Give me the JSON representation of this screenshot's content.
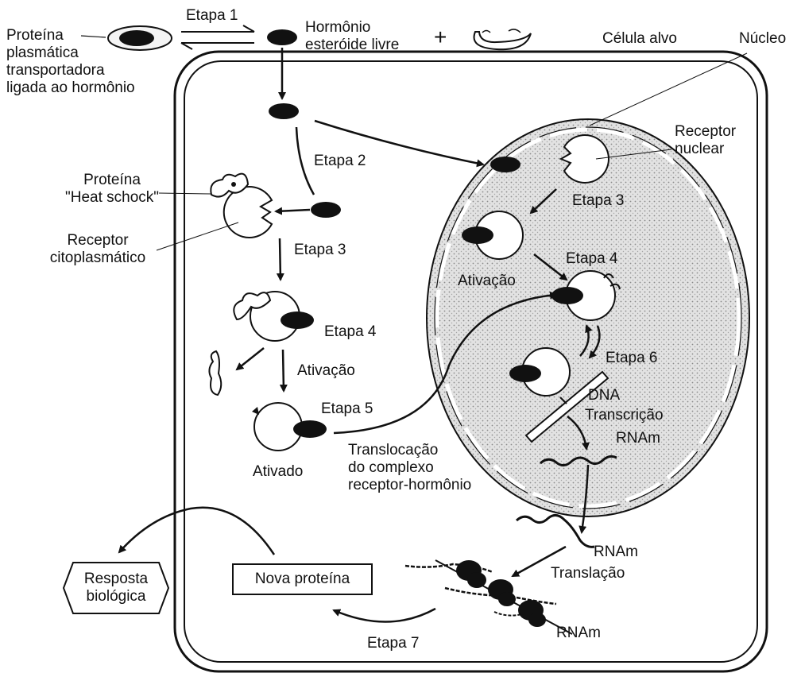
{
  "labels": {
    "carrier_protein": "Proteína\nplasmática\ntransportadora\nligada ao hormônio",
    "step1": "Etapa 1",
    "free_hormone": "Hormônio\nesteróide livre",
    "target_cell": "Célula alvo",
    "nucleus": "Núcleo",
    "nuclear_receptor": "Receptor\nnuclear",
    "step2": "Etapa 2",
    "heat_shock": "Proteína\n\"Heat schock\"",
    "cyto_receptor": "Receptor\ncitoplasmático",
    "step3_cyto": "Etapa 3",
    "step3_nuclear": "Etapa 3",
    "activation_nuclear": "Ativação",
    "step4_nuclear": "Etapa 4",
    "step4_cyto": "Etapa 4",
    "activation_cyto": "Ativação",
    "step6": "Etapa 6",
    "dna": "DNA",
    "transcription": "Transcrição",
    "mrna1": "RNAm",
    "step5": "Etapa 5",
    "activated": "Ativado",
    "translocation": "Translocação\ndo complexo\nreceptor-hormônio",
    "mrna2": "RNAm",
    "translation": "Translação",
    "mrna3": "RNAm",
    "new_protein": "Nova proteína",
    "biological_response": "Resposta\nbiológica",
    "step7": "Etapa 7",
    "plus": "+"
  },
  "colors": {
    "ink": "#111111",
    "nucleus_fill": "#d9d9d9",
    "background": "#ffffff"
  }
}
